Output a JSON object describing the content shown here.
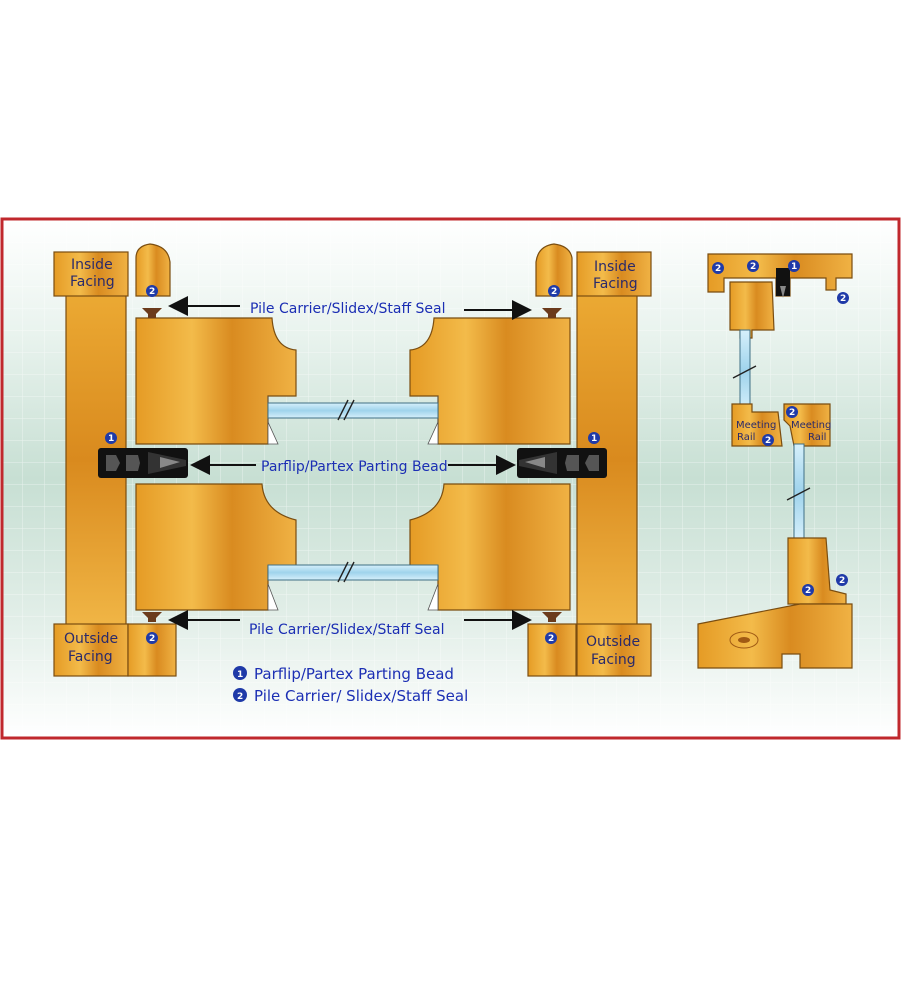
{
  "labels": {
    "inside_facing_line1": "Inside",
    "inside_facing_line2": "Facing",
    "outside_facing_line1": "Outside",
    "outside_facing_line2": "Facing",
    "pile_top": "Pile Carrier/Slidex/Staff Seal",
    "parting_bead": "Parflip/Partex Parting Bead",
    "pile_bottom": "Pile Carrier/Slidex/Staff Seal",
    "meeting_rail_line1": "Meeting",
    "meeting_rail_line2": "Rail"
  },
  "legend": {
    "item1_number": "1",
    "item1_text": "Parflip/Partex Parting Bead",
    "item2_number": "2",
    "item2_text": "Pile Carrier/ Slidex/Staff Seal"
  },
  "badges": {
    "one": "1",
    "two": "2"
  },
  "colors": {
    "frame_border": "#c0282d",
    "wood": "#e8a12a",
    "wood_dark": "#c9781b",
    "label_blue": "#1c2fb4",
    "badge_blue": "#1f3aa8",
    "glass": "#a8d8ee"
  },
  "icons": [
    "arrow-left-icon",
    "arrow-right-icon",
    "badge-1-icon",
    "badge-2-icon",
    "break-mark-icon"
  ]
}
